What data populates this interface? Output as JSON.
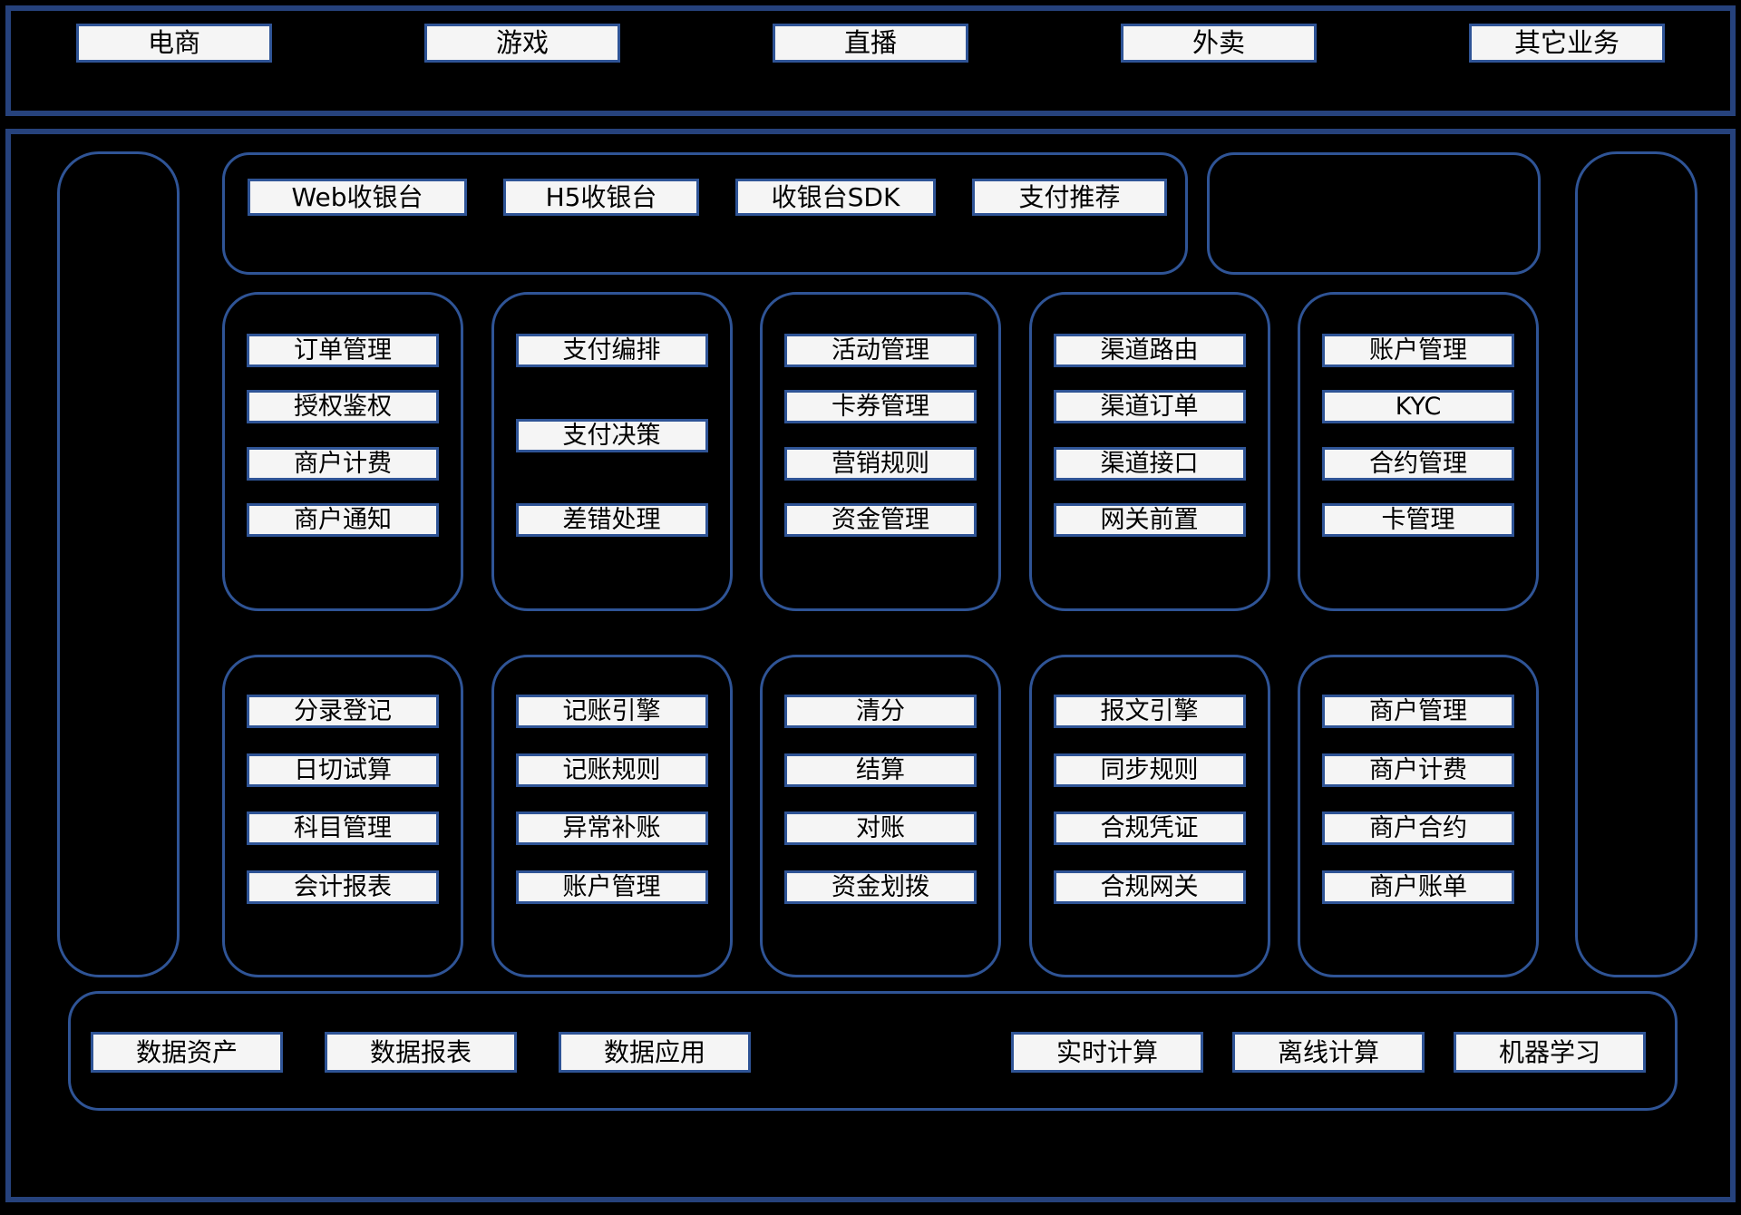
{
  "colors": {
    "page_background": "#000000",
    "outer_border": "#26427c",
    "group_border": "#2f5496",
    "box_background": "#f5f5f5",
    "text": "#000000"
  },
  "business_layer": {
    "items": [
      "电商",
      "游戏",
      "直播",
      "外卖",
      "其它业务"
    ]
  },
  "access_layer": {
    "items": [
      "Web收银台",
      "H5收银台",
      "收银台SDK",
      "支付推荐"
    ]
  },
  "row1": [
    {
      "items": [
        "订单管理",
        "授权鉴权",
        "商户计费",
        "商户通知"
      ]
    },
    {
      "items": [
        "支付编排",
        "支付决策",
        "差错处理"
      ]
    },
    {
      "items": [
        "活动管理",
        "卡券管理",
        "营销规则",
        "资金管理"
      ]
    },
    {
      "items": [
        "渠道路由",
        "渠道订单",
        "渠道接口",
        "网关前置"
      ]
    },
    {
      "items": [
        "账户管理",
        "KYC",
        "合约管理",
        "卡管理"
      ]
    }
  ],
  "row2": [
    {
      "items": [
        "分录登记",
        "日切试算",
        "科目管理",
        "会计报表"
      ]
    },
    {
      "items": [
        "记账引擎",
        "记账规则",
        "异常补账",
        "账户管理"
      ]
    },
    {
      "items": [
        "清分",
        "结算",
        "对账",
        "资金划拨"
      ]
    },
    {
      "items": [
        "报文引擎",
        "同步规则",
        "合规凭证",
        "合规网关"
      ]
    },
    {
      "items": [
        "商户管理",
        "商户计费",
        "商户合约",
        "商户账单"
      ]
    }
  ],
  "data_layer": {
    "left_items": [
      "数据资产",
      "数据报表",
      "数据应用"
    ],
    "right_items": [
      "实时计算",
      "离线计算",
      "机器学习"
    ]
  }
}
